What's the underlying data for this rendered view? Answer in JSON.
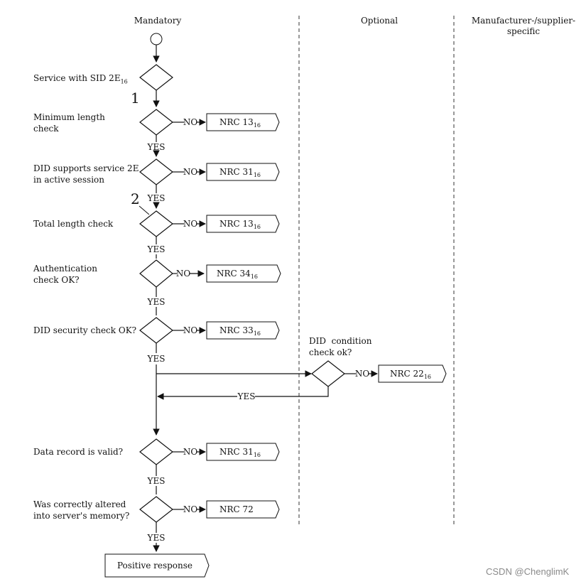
{
  "columns": [
    "Mandatory",
    "Optional",
    "Manufacturer-/supplier-\nspecific"
  ],
  "steps": [
    {
      "label": "Service with SID 2E",
      "sub": "16"
    },
    {
      "label": "Minimum length\ncheck",
      "nrc": "NRC 13",
      "nrc_sub": "16"
    },
    {
      "label": "DID supports service 2E\nin active session",
      "nrc": "NRC 31",
      "nrc_sub": "16"
    },
    {
      "label": "Total length check",
      "nrc": "NRC 13",
      "nrc_sub": "16"
    },
    {
      "label": "Authentication\ncheck OK?",
      "nrc": "NRC 34",
      "nrc_sub": "16"
    },
    {
      "label": "DID security check OK?",
      "nrc": "NRC 33",
      "nrc_sub": "16"
    },
    {
      "label": "Data record is valid?",
      "nrc": "NRC 31",
      "nrc_sub": "16"
    },
    {
      "label": "Was correctly altered\ninto server's memory?",
      "nrc": "NRC 72",
      "nrc_sub": ""
    }
  ],
  "optional_step": {
    "label": "DID  condition\ncheck ok?",
    "nrc": "NRC 22",
    "nrc_sub": "16"
  },
  "markers": [
    "1",
    "2"
  ],
  "yes_label": "YES",
  "no_label": "NO",
  "final": "Positive response",
  "watermark": "CSDN @ChenglimK"
}
